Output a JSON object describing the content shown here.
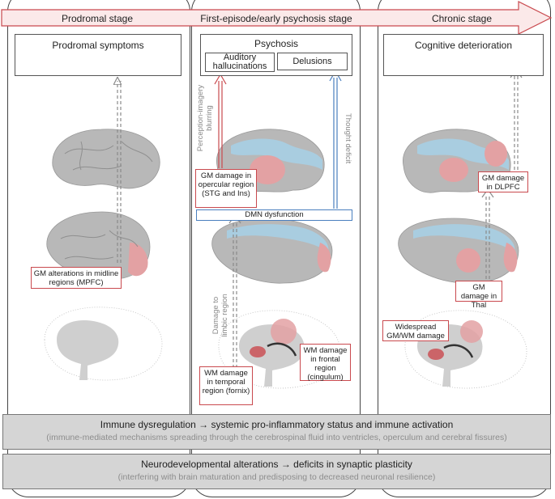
{
  "stages": [
    {
      "label": "Prodromal stage"
    },
    {
      "label": "First-episode/early psychosis stage"
    },
    {
      "label": "Chronic stage"
    }
  ],
  "top_boxes": {
    "prodromal": "Prodromal symptoms",
    "psychosis": "Psychosis",
    "auditory": "Auditory hallucinations",
    "delusions": "Delusions",
    "cognitive": "Cognitive deterioration"
  },
  "findings": {
    "gm_midline": "GM alterations in midline regions (MPFC)",
    "gm_opercular": "GM damage in opercular region (STG and Ins)",
    "dmn": "DMN dysfunction",
    "wm_temporal": "WM damage in temporal region (fornix)",
    "wm_frontal": "WM damage in frontal region (cingulum)",
    "gm_dlpfc": "GM damage in DLPFC",
    "gm_thal": "GM damage in Thal",
    "widespread": "Widespread GM/WM damage"
  },
  "arrow_labels": {
    "perception": "Perception-imagery blurring",
    "thought": "Thought deficit",
    "limbic": "Damage to limbic region"
  },
  "bands": {
    "immune_title": "Immune dysregulation → systemic pro-inflammatory status and immune activation",
    "immune_sub": "(immune-mediated mechanisms spreading through the cerebrospinal fluid into ventricles, operculum and cerebral fissures)",
    "neuro_title": "Neurodevelopmental alterations → deficits in synaptic plasticity",
    "neuro_sub": "(interfering with brain maturation and predisposing to decreased neuronal resilience)"
  },
  "colors": {
    "red": "#c9494e",
    "blue": "#4a7fbf",
    "band_bg": "#d5d5d5",
    "brain": "#b9b9b9",
    "brain_blue": "#a9cde0",
    "brain_red": "#e3a1a3"
  }
}
